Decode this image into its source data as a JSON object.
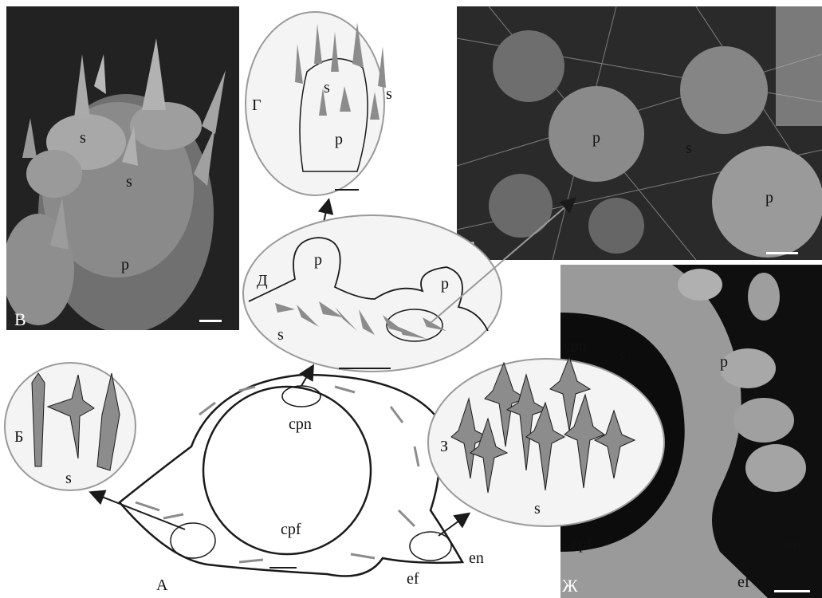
{
  "panels": {
    "A": {
      "letter": "А",
      "labels": {
        "cpn": "cpn",
        "cpf": "cpf",
        "en": "en",
        "ef": "ef"
      }
    },
    "B6": {
      "letter": "Б",
      "s": "s"
    },
    "V": {
      "letter": "В",
      "s1": "s",
      "s2": "s",
      "p": "p"
    },
    "G": {
      "letter": "Г",
      "s1": "s",
      "s2": "s",
      "p": "p"
    },
    "D": {
      "letter": "Д",
      "p1": "p",
      "p2": "p",
      "s": "s"
    },
    "E": {
      "letter": "Е",
      "p1": "p",
      "p2": "p",
      "s": "s"
    },
    "Zh": {
      "letter": "Ж",
      "cpn": "cpn",
      "s": "s",
      "p": "p",
      "cpf": "cpf",
      "en": "en",
      "ef": "ef"
    },
    "Z": {
      "letter": "З",
      "s": "s"
    }
  },
  "colors": {
    "spicule_fill": "#8c8c8c",
    "outline": "#1a1a1a",
    "circle_fill": "#f4f4f4",
    "circle_stroke": "#9a9a9a"
  }
}
